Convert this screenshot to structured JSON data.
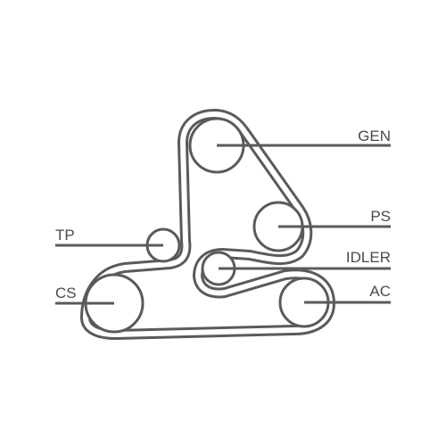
{
  "labels": {
    "gen": "GEN",
    "ps": "PS",
    "idler": "IDLER",
    "tp": "TP",
    "cs": "CS",
    "ac": "AC"
  },
  "colors": {
    "stroke": "#5a5a5a",
    "text": "#4a4a4a",
    "background": "#ffffff"
  }
}
